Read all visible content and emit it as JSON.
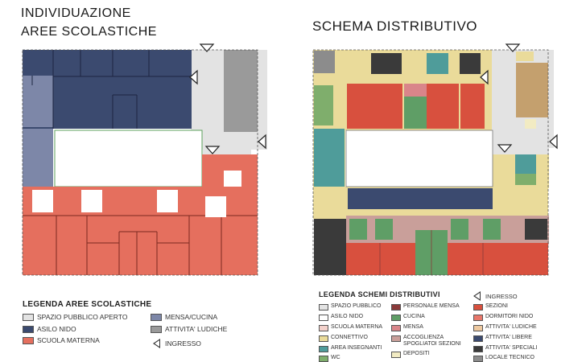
{
  "title_left_line1": "INDIVIDUAZIONE",
  "title_left_line2": "AREE SCOLASTICHE",
  "title_right": "SCHEMA DISTRIBUTIVO",
  "legend_left": {
    "title": "LEGENDA AREE SCOLASTICHE",
    "items": [
      {
        "label": "SPAZIO PUBBLICO APERTO",
        "color": "#e3e3e3"
      },
      {
        "label": "ASILO NIDO",
        "color": "#3b4a6f"
      },
      {
        "label": "SCUOLA MATERNA",
        "color": "#e56f5e"
      },
      {
        "label": "MENSA/CUCINA",
        "color": "#7d87a8"
      },
      {
        "label": "ATTIVITA' LUDICHE",
        "color": "#9a9a9a"
      }
    ],
    "entrance": "INGRESSO"
  },
  "legend_right": {
    "title": "LEGENDA SCHEMI DISTRIBUTIVI",
    "entrance": "INGRESSO",
    "items": [
      {
        "label": "SPAZIO PUBBLICO",
        "color": "#e3e3e3"
      },
      {
        "label": "ASILO NIDO",
        "color": "#ffffff"
      },
      {
        "label": "SCUOLA MATERNA",
        "color": "#f4d2cc"
      },
      {
        "label": "CONNETTIVO",
        "color": "#eadb9a"
      },
      {
        "label": "AREA INSEGNANTI",
        "color": "#4f9c9a"
      },
      {
        "label": "WC",
        "color": "#7fae6c"
      },
      {
        "label": "PERSONALE MENSA",
        "color": "#8a3a3a"
      },
      {
        "label": "CUCINA",
        "color": "#5f9e66"
      },
      {
        "label": "MENSA",
        "color": "#d9858a"
      },
      {
        "label": "ACCOGLIENZA SPOGLIATOI SEZIONI",
        "color": "#c99f9a"
      },
      {
        "label": "DEPOSITI",
        "color": "#f2ebc3"
      },
      {
        "label": "SEZIONI",
        "color": "#d8503e"
      },
      {
        "label": "DORMITORI NIDO",
        "color": "#e8776a"
      },
      {
        "label": "ATTIVITA' LUDICHE",
        "color": "#eec9a0"
      },
      {
        "label": "ATTIVITA' LIBERE",
        "color": "#3b4a6f"
      },
      {
        "label": "ATTIVITA' SPECIALI",
        "color": "#3a3a3a"
      },
      {
        "label": "LOCALE TECNICO",
        "color": "#8c8c8c"
      }
    ]
  }
}
